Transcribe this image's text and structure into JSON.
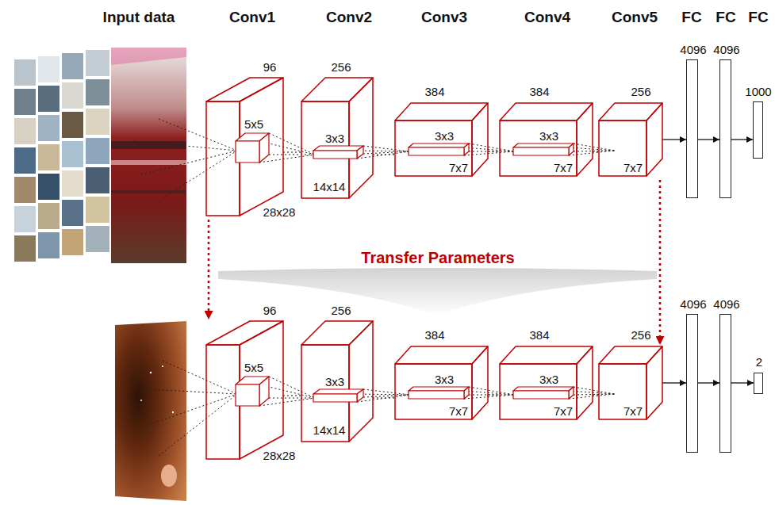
{
  "diagram": {
    "nodes": [
      {
        "text": [
          "96",
          "5x5",
          "28x28"
        ]
      },
      {
        "text": [
          "256",
          "3x3",
          "14x14"
        ]
      },
      {
        "text": [
          "384",
          "3x3",
          "7x7"
        ]
      },
      {
        "text": [
          "384",
          "3x3",
          "7x7"
        ]
      },
      {
        "text": [
          "256",
          "7x7"
        ]
      },
      {
        "text": [
          "4096"
        ]
      },
      {
        "text": [
          "4096"
        ]
      },
      {
        "text": [
          "1000"
        ]
      },
      {
        "text": [
          "96",
          "5x5",
          "28x28"
        ]
      },
      {
        "text": [
          "256",
          "3x3",
          "14x14"
        ]
      },
      {
        "text": [
          "384",
          "3x3",
          "7x7"
        ]
      },
      {
        "text": [
          "384",
          "3x3",
          "7x7"
        ]
      },
      {
        "text": [
          "256",
          "7x7"
        ]
      },
      {
        "text": [
          "4096"
        ]
      },
      {
        "text": [
          "4096"
        ]
      },
      {
        "text": [
          "2"
        ]
      }
    ],
    "edges": [
      {
        "from": 0,
        "to": 1,
        "arrow": "none"
      },
      {
        "from": 1,
        "to": 2,
        "arrow": "none"
      },
      {
        "from": 2,
        "to": 3,
        "arrow": "none"
      },
      {
        "from": 3,
        "to": 4,
        "arrow": "none"
      },
      {
        "from": 4,
        "to": 5,
        "arrow": "to"
      },
      {
        "from": 5,
        "to": 6,
        "arrow": "to"
      },
      {
        "from": 6,
        "to": 7,
        "arrow": "to"
      },
      {
        "from": 8,
        "to": 9,
        "arrow": "none"
      },
      {
        "from": 9,
        "to": 10,
        "arrow": "none"
      },
      {
        "from": 10,
        "to": 11,
        "arrow": "none"
      },
      {
        "from": 11,
        "to": 12,
        "arrow": "none"
      },
      {
        "from": 12,
        "to": 13,
        "arrow": "to"
      },
      {
        "from": 13,
        "to": 14,
        "arrow": "to"
      },
      {
        "from": 14,
        "to": 15,
        "arrow": "to"
      },
      {
        "from": 0,
        "to": 8,
        "arrow": "to"
      },
      {
        "from": 4,
        "to": 12,
        "arrow": "to"
      }
    ],
    "labels": [
      "Input data",
      "Conv1",
      "Conv2",
      "Conv3",
      "Conv4",
      "Conv5",
      "FC",
      "FC",
      "FC",
      "Transfer Parameters"
    ]
  }
}
